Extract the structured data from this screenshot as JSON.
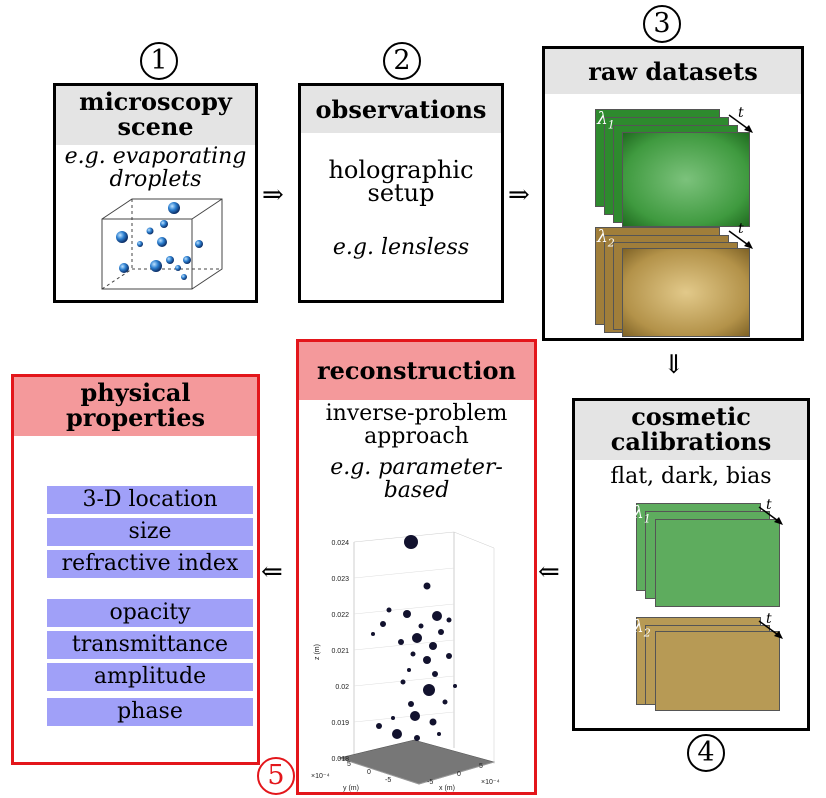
{
  "steps": [
    {
      "num": "1",
      "title": "microscopy scene",
      "subtitle": "e.g. evaporating droplets"
    },
    {
      "num": "2",
      "title": "observations",
      "body": "holographic setup",
      "example": "e.g. lensless"
    },
    {
      "num": "3",
      "title": "raw datasets"
    },
    {
      "num": "4",
      "title": "cosmetic calibrations",
      "body": "flat, dark, bias"
    },
    {
      "num": "5",
      "title": "reconstruction",
      "body": "inverse-problem approach",
      "example": "e.g. parameter-based"
    }
  ],
  "physical": {
    "title": "physical properties",
    "group1": [
      "3-D location",
      "size",
      "refractive index"
    ],
    "group2": [
      "opacity",
      "transmittance",
      "amplitude",
      "phase"
    ]
  },
  "arrows": {
    "right": "⇒",
    "down": "⇓",
    "left": "⇐"
  },
  "labels": {
    "lambda": "λ",
    "l1": "1",
    "l2": "2",
    "t": "t"
  },
  "plot": {
    "zlabel": "z (m)",
    "xlabel": "x (m)",
    "ylabel": "y (m)",
    "zticks": [
      "0.024",
      "0.023",
      "0.022",
      "0.021",
      "0.02",
      "0.019",
      "0.018"
    ],
    "xticks": [
      "-5",
      "0",
      "5"
    ],
    "yticks": [
      "5",
      "0",
      "-5"
    ],
    "scale_x": "×10⁻⁴",
    "scale_y": "×10⁻⁴"
  },
  "colors": {
    "green": "#3f9a3f",
    "gold": "#b39249",
    "red": "#e3161b",
    "prop": "#a0a0f8",
    "header": "#e4e4e4",
    "red_header": "#f4999b"
  }
}
